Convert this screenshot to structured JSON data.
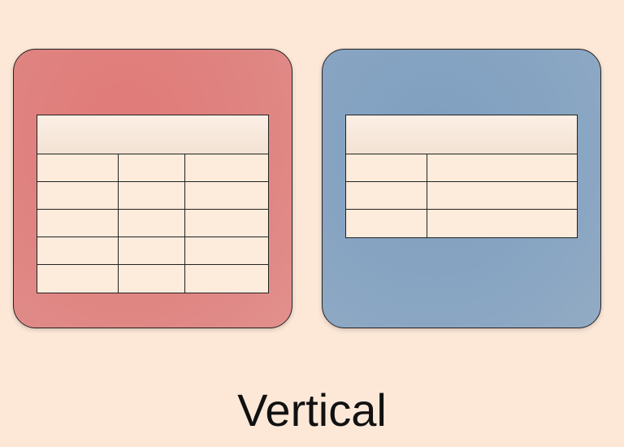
{
  "caption": "Vertical",
  "colors": {
    "background": "#fde8d8",
    "left_card": "#df8582",
    "right_card": "#88a5c2",
    "table_fill": "#fdebdc",
    "outline": "#222222"
  },
  "left_table": {
    "columns": 3,
    "body_rows": 5
  },
  "right_table": {
    "columns": 2,
    "body_rows": 3
  }
}
